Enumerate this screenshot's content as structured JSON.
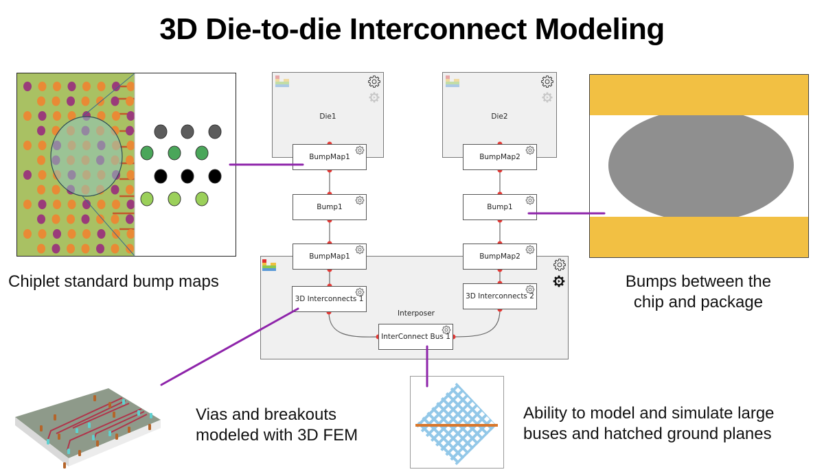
{
  "title": "3D Die-to-die Interconnect Modeling",
  "captions": {
    "bump_maps": "Chiplet standard bump maps",
    "bumps_line1": "Bumps between the",
    "bumps_line2": "chip and package",
    "vias_line1": "Vias and breakouts",
    "vias_line2": "modeled with 3D FEM",
    "buses_line1": "Ability to model and simulate large",
    "buses_line2": "buses and hatched ground planes"
  },
  "schematic": {
    "die1": {
      "label": "Die1"
    },
    "die2": {
      "label": "Die2"
    },
    "interposer": {
      "label": "Interposer"
    },
    "nodes": {
      "die1_bumpmap": "BumpMap1",
      "die2_bumpmap": "BumpMap2",
      "left_bump": "Bump1",
      "right_bump": "Bump1",
      "interposer_bumpmap_left": "BumpMap1",
      "interposer_bumpmap_right": "BumpMap2",
      "interconnects_left": "3D Interconnects 1",
      "interconnects_right": "3D Interconnects 2",
      "bus": "InterConnect Bus 1"
    }
  },
  "colors": {
    "callout": "#8e24aa",
    "port": "#e53935",
    "pad_gold": "#f2c043",
    "bump_gray": "#8f8f8f",
    "hatch_blue": "#93c8e8",
    "trace_orange": "#d9772b"
  },
  "icons": {
    "settings": "gear-icon",
    "run": "gear-play-icon",
    "block_type": "stacked-blocks-icon"
  }
}
